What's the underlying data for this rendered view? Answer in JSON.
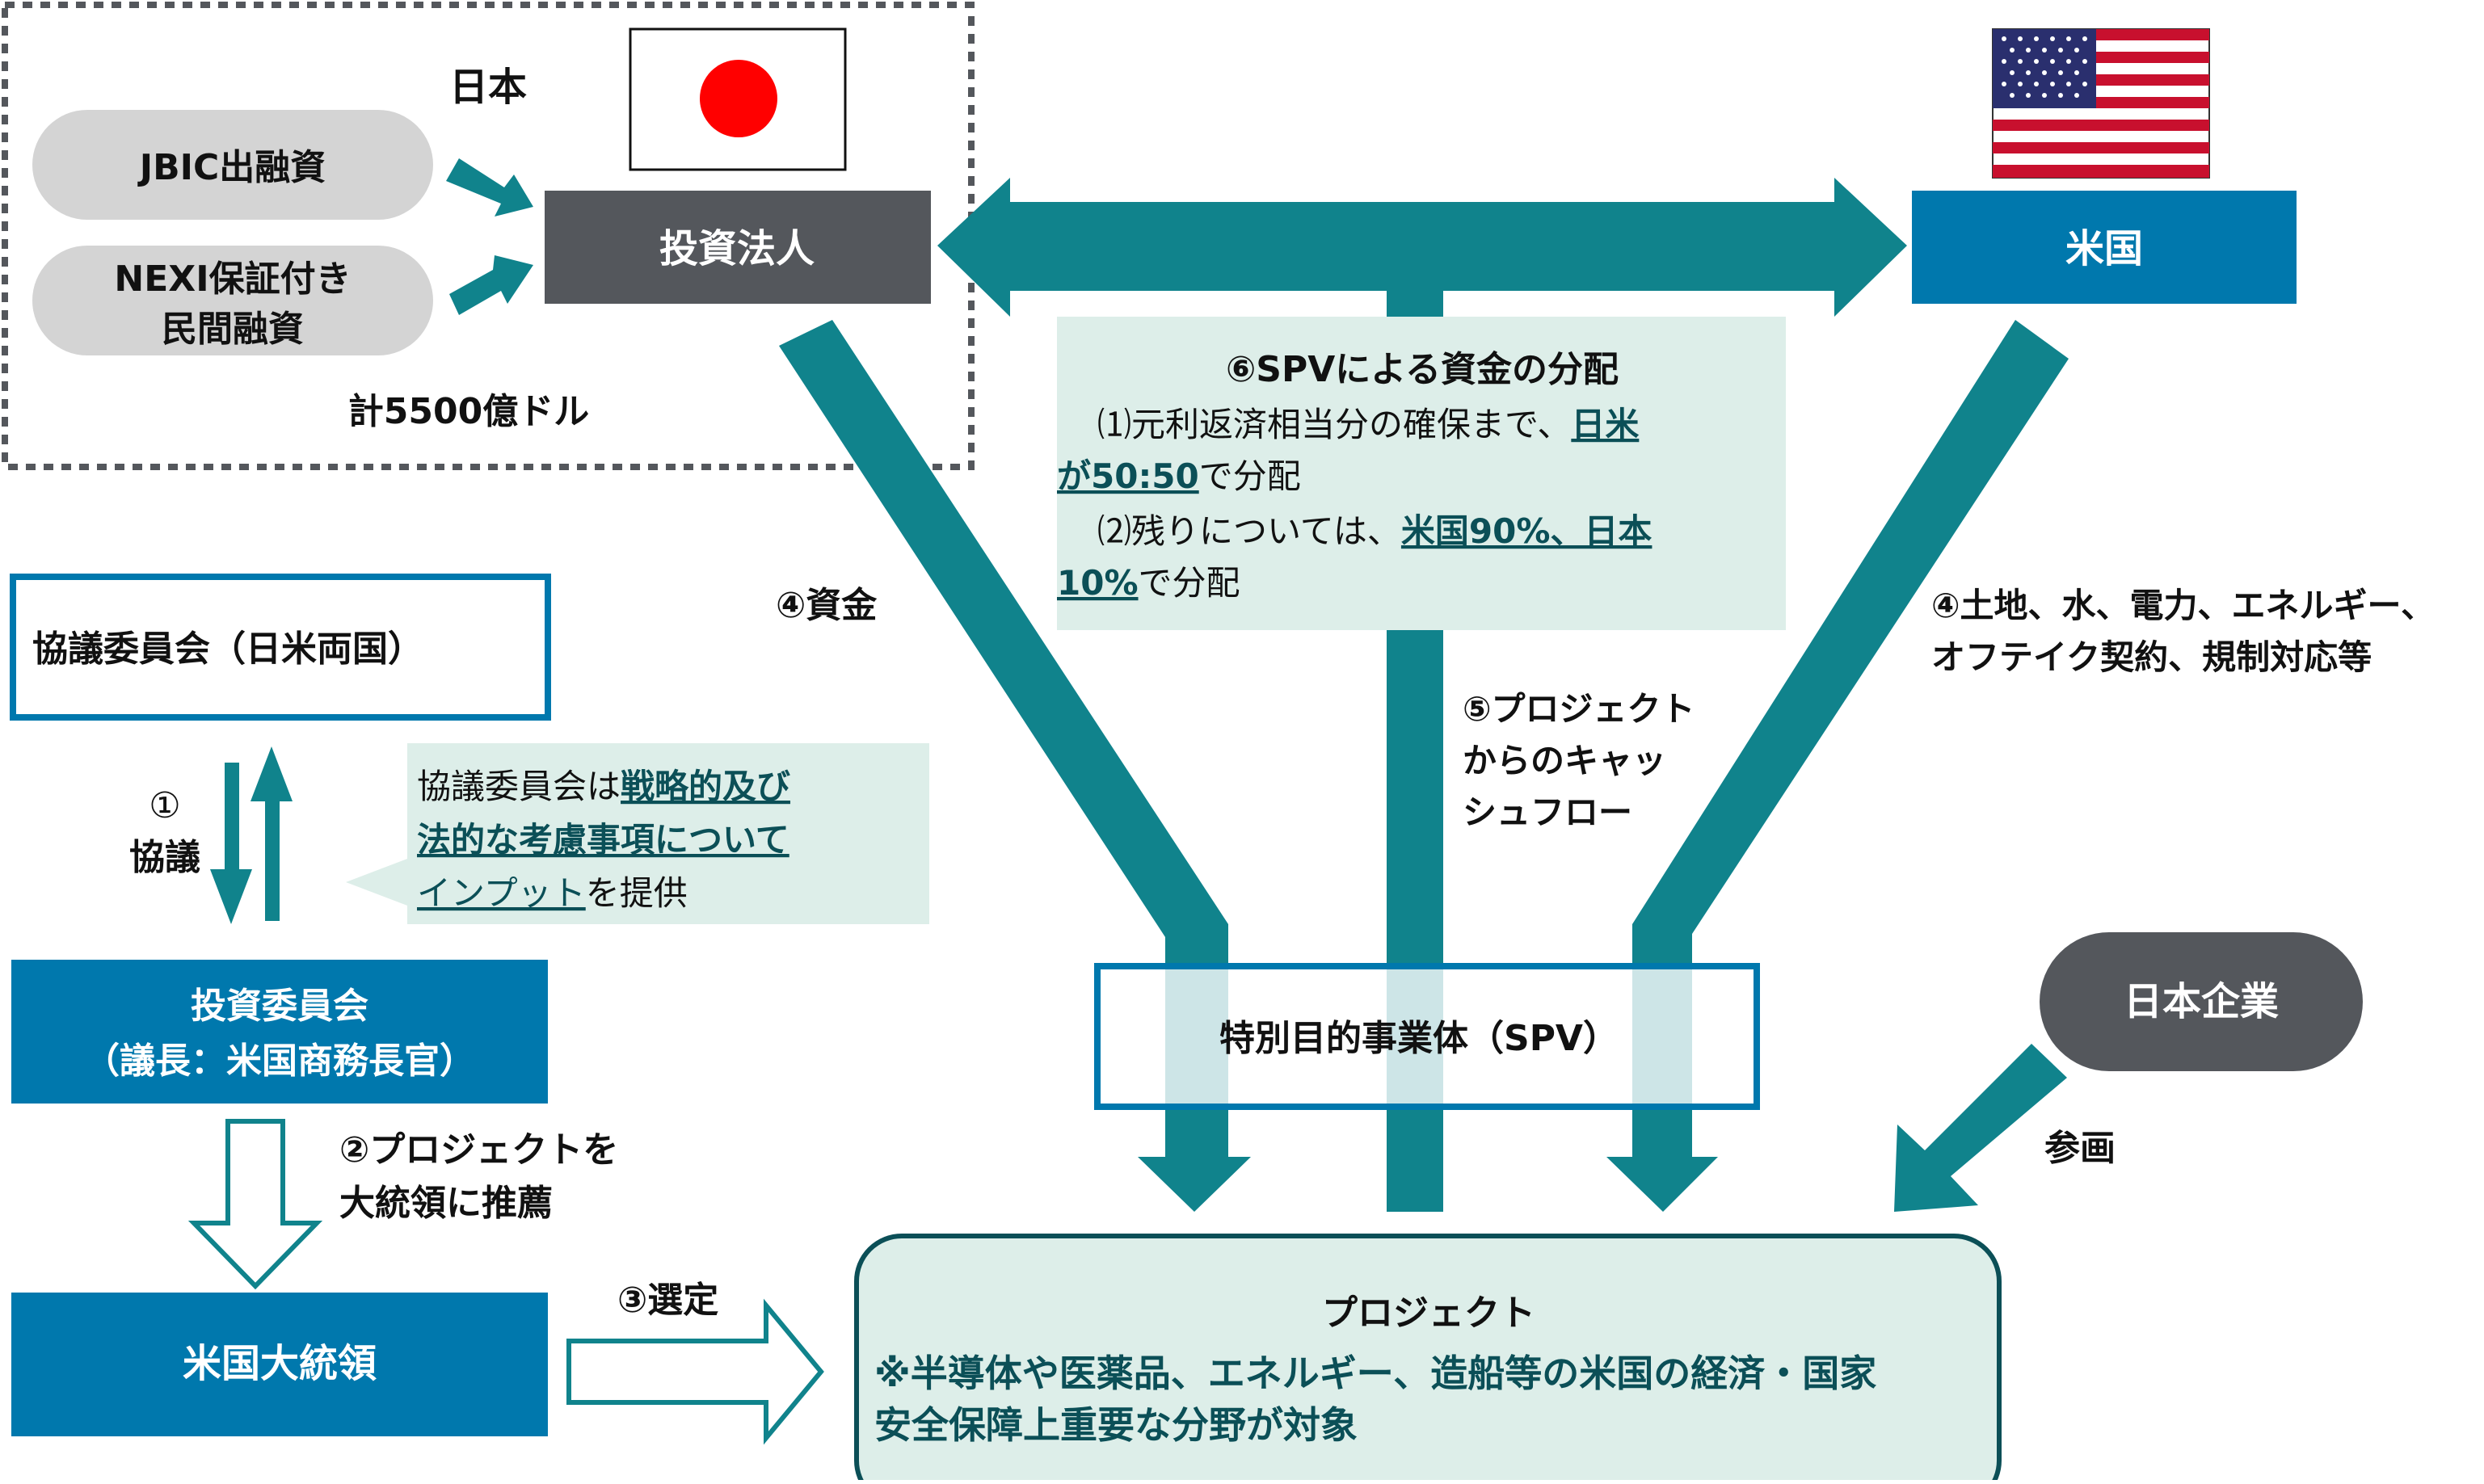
{
  "colors": {
    "teal_arrow": "#10838c",
    "blue_box": "#0078ad",
    "dark_box": "#54575c",
    "mint_bg": "#ddeee9",
    "pill_gray": "#d4d4d4",
    "accent_text": "#0b4f57",
    "flag_red": "#ff0000"
  },
  "japan": {
    "label": "日本",
    "jbic_pill": "JBIC出融資",
    "nexi_pill_line1": "NEXI保証付き",
    "nexi_pill_line2": "民間融資",
    "investment_corp": "投資法人",
    "total": "計5500億ドル"
  },
  "us": {
    "box_label": "米国",
    "step4_line1": "④土地、水、電力、エネルギー、",
    "step4_line2": "オフテイク契約、規制対応等"
  },
  "distribution": {
    "title": "⑥SPVによる資金の分配",
    "rule1_prefix": "　⑴元利返済相当分の確保まで、",
    "rule1_emph_a": "日米",
    "rule1_emph_b": "が50:50",
    "rule1_suffix": "で分配",
    "rule2_prefix": "　⑵残りについては、",
    "rule2_emph_a": "米国90%、日本",
    "rule2_emph_b": "10%",
    "rule2_suffix": "で分配"
  },
  "flows": {
    "step4_funds": "④資金",
    "step5_line1": "⑤プロジェクト",
    "step5_line2": "からのキャッ",
    "step5_line3": "シュフロー"
  },
  "left": {
    "consult_committee": "協議委員会（日米両国）",
    "step1_num": "①",
    "step1_label": "協議",
    "callout_prefix": "協議委員会は",
    "callout_emph1": "戦略的及び",
    "callout_emph2": "法的な考慮事項について",
    "callout_emph3": "インプット",
    "callout_suffix": "を提供",
    "investment_committee_line1": "投資委員会",
    "investment_committee_line2": "（議長：米国商務長官）",
    "step2_line1": "②プロジェクトを",
    "step2_line2": "大統領に推薦",
    "president": "米国大統領",
    "step3": "③選定"
  },
  "spv": {
    "label": "特別目的事業体（SPV）"
  },
  "jp_companies": {
    "label": "日本企業",
    "participation": "参画"
  },
  "project": {
    "title": "プロジェクト",
    "note_line1": "※半導体や医薬品、エネルギー、造船等の米国の経済・国家",
    "note_line2": "安全保障上重要な分野が対象"
  }
}
